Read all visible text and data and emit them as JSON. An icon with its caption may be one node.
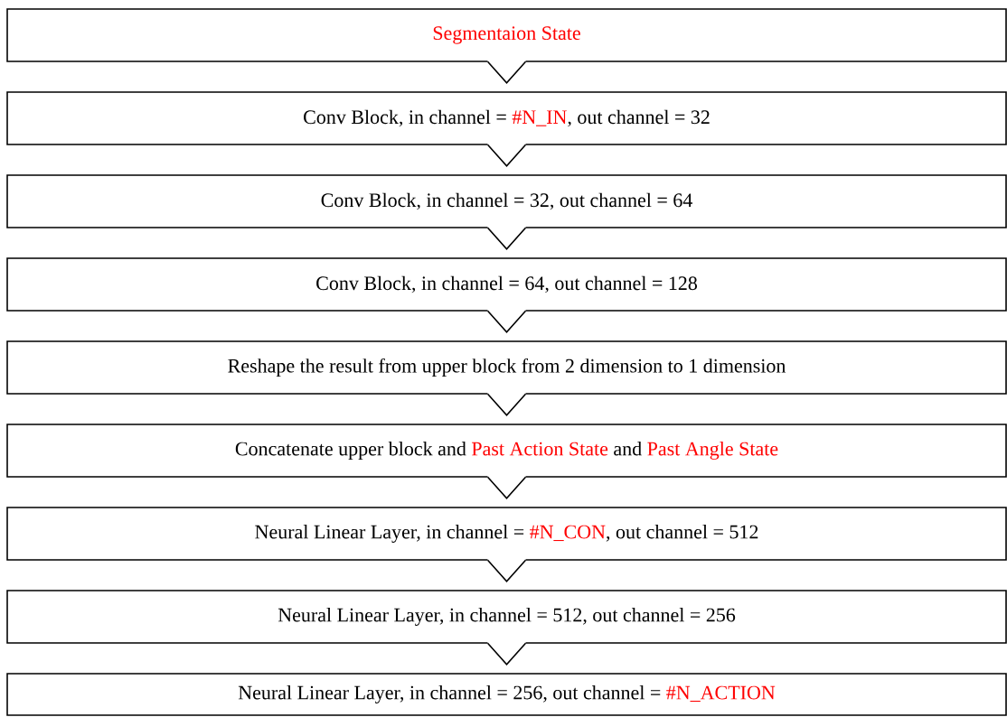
{
  "diagram": {
    "nodes": [
      {
        "text": [
          "Segmentaion State"
        ]
      },
      {
        "text": [
          "Conv Block, in channel =",
          "#N_IN",
          ", out channel = 32"
        ]
      },
      {
        "text": [
          "Conv Block, in channel = 32, out channel = 64"
        ]
      },
      {
        "text": [
          "Conv Block, in channel = 64, out channel = 128"
        ]
      },
      {
        "text": [
          "Reshape the result from upper block from 2 dimension to 1 dimension"
        ]
      },
      {
        "text": [
          "Concatenate upper block and",
          "Past Action State",
          "and",
          "Past Angle State"
        ]
      },
      {
        "text": [
          "Neural Linear Layer, in channel =",
          "#N_CON",
          ", out channel = 512"
        ]
      },
      {
        "text": [
          "Neural Linear Layer, in channel = 512, out channel = 256"
        ]
      },
      {
        "text": [
          "Neural Linear Layer, in channel = 256, out channel =",
          "#N_ACTION"
        ]
      }
    ],
    "edges": [
      {
        "from": 0,
        "to": 1,
        "arrow": "to"
      },
      {
        "from": 1,
        "to": 2,
        "arrow": "to"
      },
      {
        "from": 2,
        "to": 3,
        "arrow": "to"
      },
      {
        "from": 3,
        "to": 4,
        "arrow": "to"
      },
      {
        "from": 4,
        "to": 5,
        "arrow": "to"
      },
      {
        "from": 5,
        "to": 6,
        "arrow": "to"
      },
      {
        "from": 6,
        "to": 7,
        "arrow": "to"
      },
      {
        "from": 7,
        "to": 8,
        "arrow": "to"
      }
    ]
  }
}
